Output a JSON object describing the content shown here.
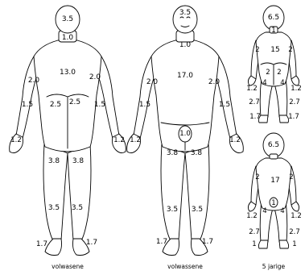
{
  "figures": {
    "adult_back": {
      "caption": "volwasene",
      "values": {
        "head": "3.5",
        "neck": "1.0",
        "trunk": "13.0",
        "upper_arm_left": "2.0",
        "upper_arm_right": "2.0",
        "forearm_left": "1.5",
        "forearm_right": "1.5",
        "hand_left": "1.2",
        "hand_right": "1.2",
        "buttock_left": "2.5",
        "buttock_right": "2.5",
        "thigh_left": "3.8",
        "thigh_right": "3.8",
        "leg_left": "3.5",
        "leg_right": "3.5",
        "foot_left": "1.7",
        "foot_right": "1.7"
      }
    },
    "adult_front": {
      "caption": "volwassene",
      "values": {
        "head": "3.5",
        "neck": "1.0",
        "trunk": "17.0",
        "upper_arm_left": "2.0",
        "upper_arm_right": "2.0",
        "forearm_left": "1.5",
        "forearm_right": "1.5",
        "hand_left": "1.2",
        "hand_right": "1.2",
        "genitals": "1.0",
        "thigh_left": "3.8",
        "thigh_right": "3.8",
        "leg_left": "3.5",
        "leg_right": "3.5",
        "foot_left": "1.7",
        "foot_right": "1.7"
      }
    },
    "child_back": {
      "values": {
        "head": "6.5",
        "neck": "1",
        "trunk": "15",
        "upper_arm_left": "2",
        "upper_arm_right": "2",
        "buttock_left": "2",
        "buttock_right": "2",
        "thigh_left": "4",
        "thigh_right": "4",
        "hand_left": "1.2",
        "hand_right": "1.2",
        "leg_left": "2.7",
        "leg_right": "2.7",
        "foot_left": "1.7",
        "foot_right": "1.7"
      }
    },
    "child_front": {
      "caption": "5 jarige",
      "values": {
        "head": "6.5",
        "trunk": "17",
        "upper_arm_left": "2",
        "upper_arm_right": "2",
        "genitals": "1",
        "thigh_left": "4",
        "thigh_right": "4",
        "hand_left": "1.2",
        "hand_right": "1.2",
        "leg_left": "2.7",
        "leg_right": "2.7",
        "foot_left": "1",
        "foot_right": "1"
      }
    }
  }
}
